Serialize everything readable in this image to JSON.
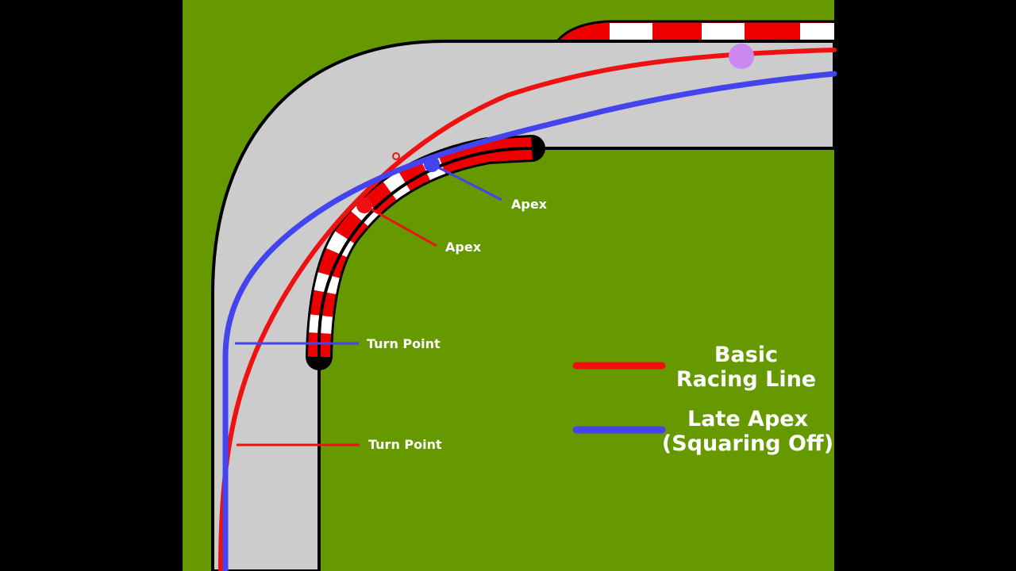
{
  "colors": {
    "background": "#000000",
    "grass": "#669900",
    "track": "#cccccc",
    "track_edge": "#000000",
    "kerb_red": "#ee0000",
    "kerb_white": "#ffffff",
    "basic_line": "#ee1111",
    "late_apex_line": "#4444ee",
    "marker_purple": "#cc88ee",
    "label_text": "#ffffff"
  },
  "labels": {
    "apex_blue": "Apex",
    "apex_red": "Apex",
    "turn_point_blue": "Turn Point",
    "turn_point_red": "Turn Point"
  },
  "legend": {
    "items": [
      {
        "key": "basic",
        "line1": "Basic",
        "line2": "Racing Line",
        "color": "#ee1111"
      },
      {
        "key": "late_apex",
        "line1": "Late Apex",
        "line2": "(Squaring Off)",
        "color": "#4444ee"
      }
    ]
  }
}
